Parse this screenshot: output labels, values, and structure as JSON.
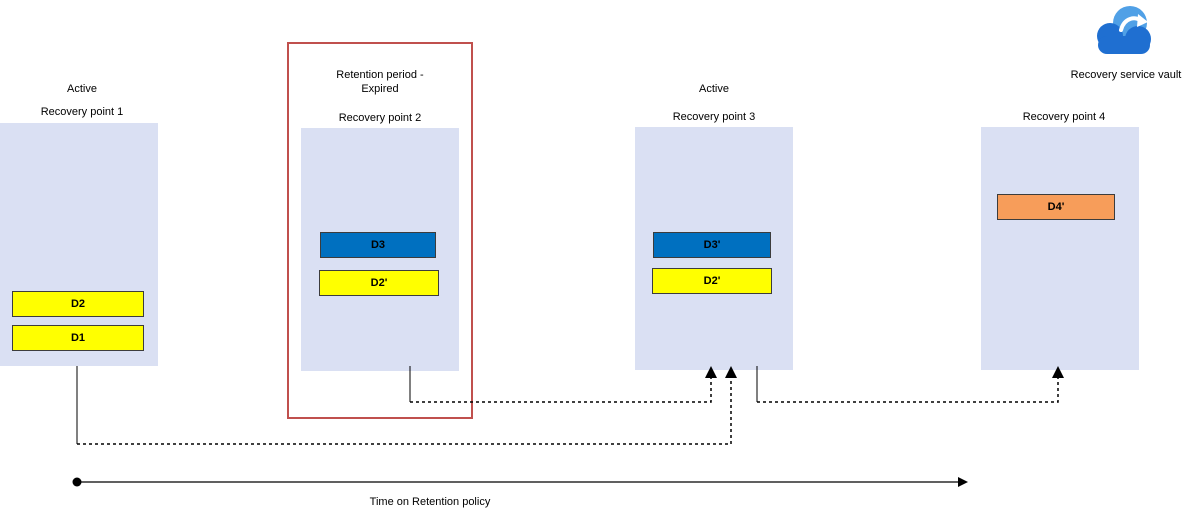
{
  "vault": {
    "label": "Recovery service vault",
    "icon": "recovery-services-vault-icon"
  },
  "colors": {
    "panel": "#dae0f3",
    "expired_border": "#c0504d",
    "block_yellow": "#ffff00",
    "block_blue": "#0070c0",
    "block_orange": "#f79d5a"
  },
  "recovery_points": [
    {
      "status": "Active",
      "title": "Recovery point 1",
      "blocks": [
        "D2",
        "D1"
      ]
    },
    {
      "status": "Retention period - Expired",
      "title": "Recovery point 2",
      "blocks": [
        "D3",
        "D2'"
      ]
    },
    {
      "status": "Active",
      "title": "Recovery point 3",
      "blocks": [
        "D3'",
        "D2'"
      ]
    },
    {
      "status": "",
      "title": "Recovery point 4",
      "blocks": [
        "D4'"
      ]
    }
  ],
  "timeline": {
    "label": "Time on Retention policy"
  }
}
